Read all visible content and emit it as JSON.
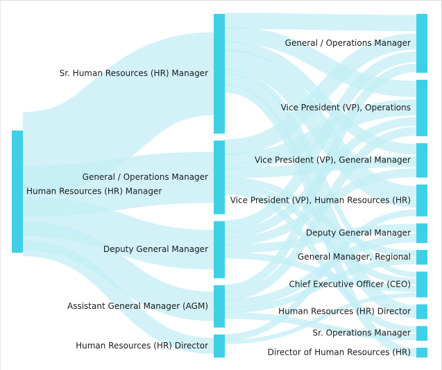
{
  "colors": {
    "node": "#3fd0e6",
    "link": "#c3edf5",
    "text": "#1a1a1a"
  },
  "chart_data": {
    "type": "sankey",
    "title": "",
    "columns": [
      [
        "Human Resources (HR) Manager"
      ],
      [
        "Sr. Human Resources (HR) Manager",
        "General / Operations Manager",
        "Deputy General Manager",
        "Assistant General Manager (AGM)",
        "Human Resources (HR) Director"
      ],
      [
        "General / Operations Manager",
        "Vice President (VP), Operations",
        "Vice President (VP), General Manager",
        "Vice President (VP), Human Resources (HR)",
        "Deputy General Manager",
        "General Manager, Regional",
        "Chief Executive Officer (CEO)",
        "Human Resources (HR) Director",
        "Sr. Operations Manager",
        "Director of Human Resources (HR)"
      ]
    ],
    "links": [
      {
        "source": "Human Resources (HR) Manager",
        "target": "Sr. Human Resources (HR) Manager",
        "value": 130
      },
      {
        "source": "Human Resources (HR) Manager",
        "target": "General / Operations Manager",
        "value": 80
      },
      {
        "source": "Human Resources (HR) Manager",
        "target": "Deputy General Manager",
        "value": 62
      },
      {
        "source": "Human Resources (HR) Manager",
        "target": "Assistant General Manager (AGM)",
        "value": 46
      },
      {
        "source": "Human Resources (HR) Manager",
        "target": "Human Resources (HR) Director",
        "value": 25
      },
      {
        "source": "Sr. Human Resources (HR) Manager",
        "target": "Vice President (VP), Human Resources (HR)",
        "value": 20
      },
      {
        "source": "Sr. Human Resources (HR) Manager",
        "target": "Human Resources (HR) Director",
        "value": 12
      },
      {
        "source": "Sr. Human Resources (HR) Manager",
        "target": "Director of Human Resources (HR)",
        "value": 8
      },
      {
        "source": "Sr. Human Resources (HR) Manager",
        "target": "Vice President (VP), Operations",
        "value": 15
      },
      {
        "source": "Sr. Human Resources (HR) Manager",
        "target": "General / Operations Manager",
        "value": 15
      },
      {
        "source": "Sr. Human Resources (HR) Manager",
        "target": "Vice President (VP), General Manager",
        "value": 10
      },
      {
        "source": "Sr. Human Resources (HR) Manager",
        "target": "Chief Executive Officer (CEO)",
        "value": 5
      },
      {
        "source": "General / Operations Manager",
        "target": "General / Operations Manager",
        "value": 15
      },
      {
        "source": "General / Operations Manager",
        "target": "Vice President (VP), Operations",
        "value": 15
      },
      {
        "source": "General / Operations Manager",
        "target": "Vice President (VP), General Manager",
        "value": 10
      },
      {
        "source": "General / Operations Manager",
        "target": "General Manager, Regional",
        "value": 6
      },
      {
        "source": "General / Operations Manager",
        "target": "Sr. Operations Manager",
        "value": 6
      },
      {
        "source": "General / Operations Manager",
        "target": "Chief Executive Officer (CEO)",
        "value": 6
      },
      {
        "source": "Deputy General Manager",
        "target": "Deputy General Manager",
        "value": 8
      },
      {
        "source": "Deputy General Manager",
        "target": "General / Operations Manager",
        "value": 10
      },
      {
        "source": "Deputy General Manager",
        "target": "Vice President (VP), General Manager",
        "value": 8
      },
      {
        "source": "Deputy General Manager",
        "target": "Vice President (VP), Operations",
        "value": 8
      },
      {
        "source": "Deputy General Manager",
        "target": "Chief Executive Officer (CEO)",
        "value": 6
      },
      {
        "source": "Assistant General Manager (AGM)",
        "target": "General / Operations Manager",
        "value": 8
      },
      {
        "source": "Assistant General Manager (AGM)",
        "target": "Vice President (VP), Operations",
        "value": 8
      },
      {
        "source": "Assistant General Manager (AGM)",
        "target": "Deputy General Manager",
        "value": 8
      },
      {
        "source": "Assistant General Manager (AGM)",
        "target": "General Manager, Regional",
        "value": 6
      },
      {
        "source": "Assistant General Manager (AGM)",
        "target": "Sr. Operations Manager",
        "value": 6
      },
      {
        "source": "Human Resources (HR) Director",
        "target": "Vice President (VP), Human Resources (HR)",
        "value": 6
      },
      {
        "source": "Human Resources (HR) Director",
        "target": "Chief Executive Officer (CEO)",
        "value": 4
      }
    ]
  }
}
